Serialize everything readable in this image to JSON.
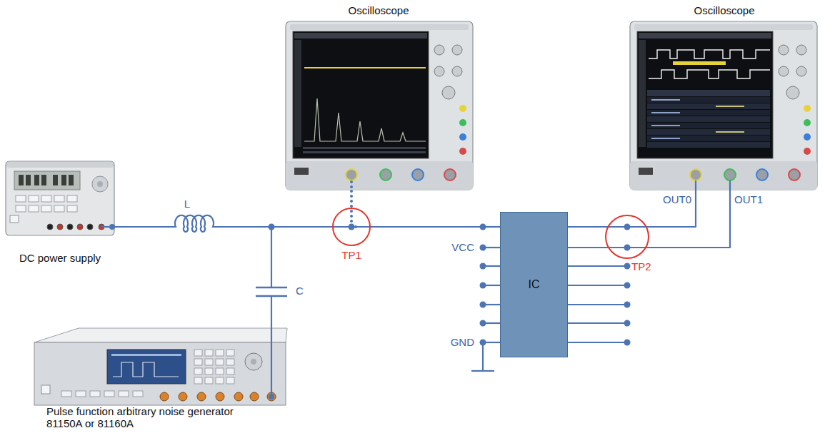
{
  "diagram": {
    "nodes": [
      {
        "text": [
          "Oscilloscope"
        ]
      },
      {
        "text": [
          "Oscilloscope"
        ]
      },
      {
        "text": [
          "DC power supply"
        ]
      },
      {
        "text": [
          "IC"
        ]
      },
      {
        "text": [
          "Pulse function arbitrary noise generator 81150A or 81160A"
        ]
      }
    ],
    "edges": [
      {
        "from": 2,
        "to": 3,
        "arrow": "none"
      },
      {
        "from": 4,
        "to": 3,
        "arrow": "none"
      },
      {
        "from": 0,
        "to": 3,
        "arrow": "none"
      },
      {
        "from": 1,
        "to": 3,
        "arrow": "none"
      },
      {
        "from": 1,
        "to": 3,
        "arrow": "none"
      }
    ],
    "labels": [
      "L",
      "C",
      "TP1",
      "TP2",
      "VCC",
      "GND",
      "OUT0",
      "OUT1"
    ]
  }
}
